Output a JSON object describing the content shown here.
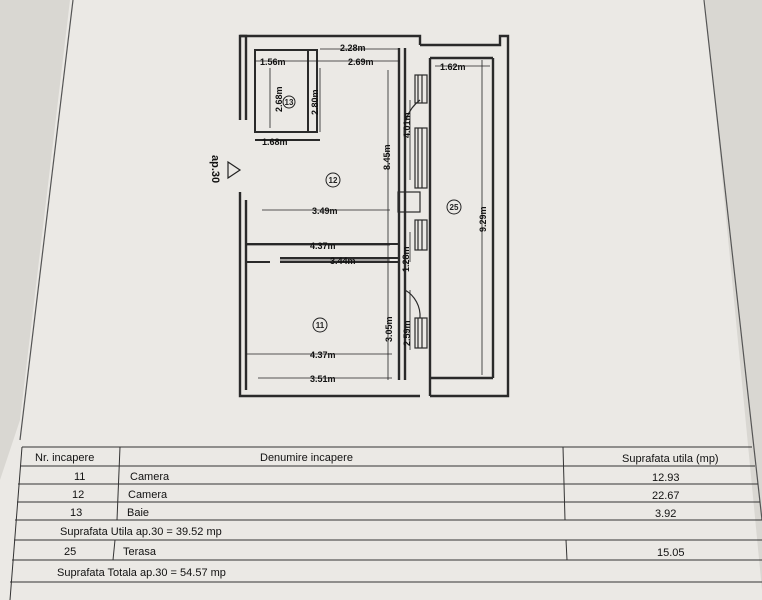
{
  "plan": {
    "orientation_label": "ap.30",
    "dimensions": {
      "d_2_28": "2.28m",
      "d_1_56": "1.56m",
      "d_2_69": "2.69m",
      "d_1_62": "1.62m",
      "d_2_68": "2.68m",
      "d_2_80": "2.80m",
      "d_4_01": "4.01m",
      "d_1_68": "1.68m",
      "d_8_45": "8.45m",
      "d_9_29": "9.29m",
      "d_3_49": "3.49m",
      "d_4_37_top": "4.37m",
      "d_1_28": "1.28m",
      "d_3_44": "3.44m",
      "d_3_05": "3.05m",
      "d_2_59": "2.59m",
      "d_4_37_bottom": "4.37m",
      "d_3_51": "3.51m"
    },
    "rooms": {
      "r11": "11",
      "r12": "12",
      "r13": "13",
      "r25": "25"
    }
  },
  "table": {
    "headers": {
      "nr": "Nr. incapere",
      "name": "Denumire incapere",
      "area": "Suprafata utila (mp)"
    },
    "rows": [
      {
        "nr": "11",
        "name": "Camera",
        "area": "12.93"
      },
      {
        "nr": "12",
        "name": "Camera",
        "area": "22.67"
      },
      {
        "nr": "13",
        "name": "Baie",
        "area": "3.92"
      }
    ],
    "subtotal": "Suprafata Utila ap.30 = 39.52 mp",
    "terrace": {
      "nr": "25",
      "name": "Terasa",
      "area": "15.05"
    },
    "total": "Suprafata Totala ap.30 =  54.57 mp"
  }
}
